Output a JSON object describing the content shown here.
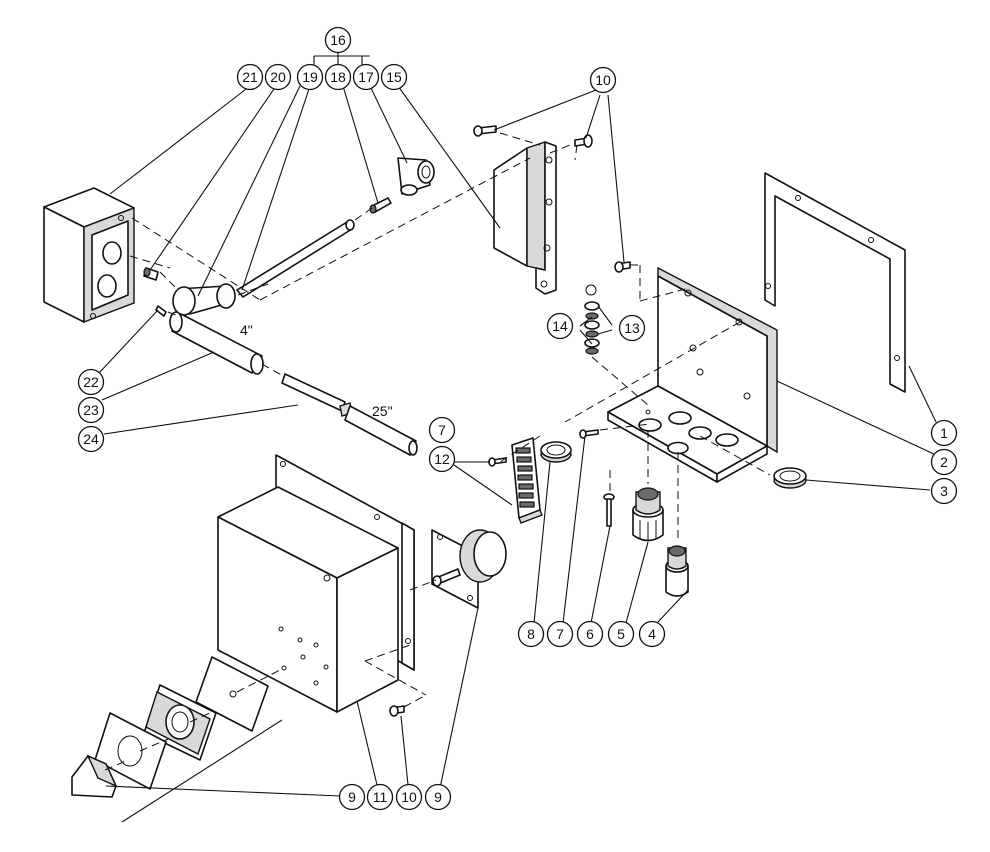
{
  "balloons": {
    "b1": "1",
    "b2": "2",
    "b3": "3",
    "b4": "4",
    "b5": "5",
    "b6": "6",
    "b7a": "7",
    "b7b": "7",
    "b8": "8",
    "b9a": "9",
    "b9b": "9",
    "b10a": "10",
    "b10b": "10",
    "b11": "11",
    "b12": "12",
    "b13": "13",
    "b14": "14",
    "b15": "15",
    "b16": "16",
    "b17": "17",
    "b18": "18",
    "b19": "19",
    "b20": "20",
    "b21": "21",
    "b22": "22",
    "b23": "23",
    "b24": "24"
  },
  "dimensions": {
    "tube_length": "4\"",
    "rod_length": "25\""
  }
}
